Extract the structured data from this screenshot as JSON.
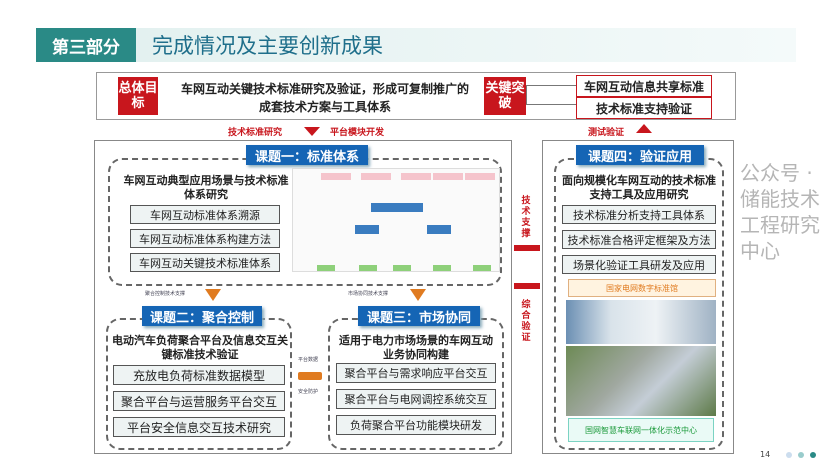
{
  "header": {
    "section": "第三部分",
    "title": "完成情况及主要创新成果"
  },
  "goal": {
    "tag": "总体目标",
    "text": "车网互动关键技术标准研究及验证，形成可复制推广的成套技术方案与工具体系"
  },
  "breakthrough": {
    "tag": "关键突破",
    "items": [
      "车网互动信息共享标准",
      "技术标准支持验证"
    ]
  },
  "flow": {
    "left_label": "技术标准研究",
    "right_label": "平台模块开发",
    "test_label": "测试验证",
    "tech_support": "技术支撑",
    "integrated_validation": "综合验证"
  },
  "topic1": {
    "title": "课题一：标准体系",
    "heading": "车网互动典型应用场景与技术标准体系研究",
    "items": [
      "车网互动标准体系溯源",
      "车网互动标准体系构建方法",
      "车网互动关键技术标准体系"
    ],
    "left_support": "聚合控制技术支撑",
    "right_support": "市场协同技术支撑"
  },
  "topic2": {
    "title": "课题二：聚合控制",
    "heading": "电动汽车负荷聚合平台及信息交互关键标准技术验证",
    "items": [
      "充放电负荷标准数据模型",
      "聚合平台与运营服务平台交互",
      "平台安全信息交互技术研究"
    ]
  },
  "middle": {
    "top": "平台数据",
    "bottom": "安全防护"
  },
  "topic3": {
    "title": "课题三：市场协同",
    "heading": "适用于电力市场场景的车网互动业务协同构建",
    "items": [
      "聚合平台与需求响应平台交互",
      "聚合平台与电网调控系统交互",
      "负荷聚合平台功能模块研发"
    ]
  },
  "topic4": {
    "title": "课题四：验证应用",
    "heading": "面向规模化车网互动的技术标准支持工具及应用研究",
    "items": [
      "技术标准分析支持工具体系",
      "技术标准合格评定框架及方法",
      "场景化验证工具研发及应用"
    ],
    "photo_label": "国家电网数字标准馆",
    "caption": "国网智慧车联网一体化示范中心"
  },
  "footer": {
    "page": "14",
    "watermark": "公众号 · 储能技术工程研究中心"
  }
}
